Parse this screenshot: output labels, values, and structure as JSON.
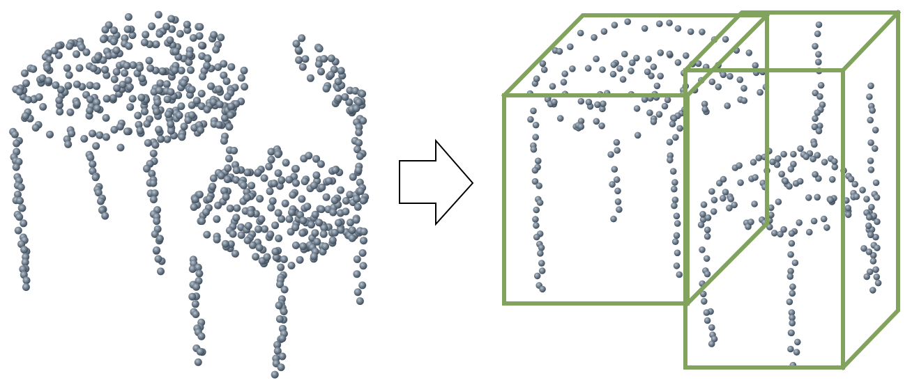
{
  "figure": {
    "left_panel": "point-cloud-table",
    "arrow": "right-arrow-icon",
    "right_panel": "point-cloud-with-bounding-boxes",
    "bounding_box_count": 2
  },
  "colors": {
    "point": "#6f7d8c",
    "point_highlight": "#b9c4cf",
    "point_shadow": "#3f4b58",
    "box": "#82a35e",
    "arrow_stroke": "#000000",
    "background": "#ffffff"
  }
}
